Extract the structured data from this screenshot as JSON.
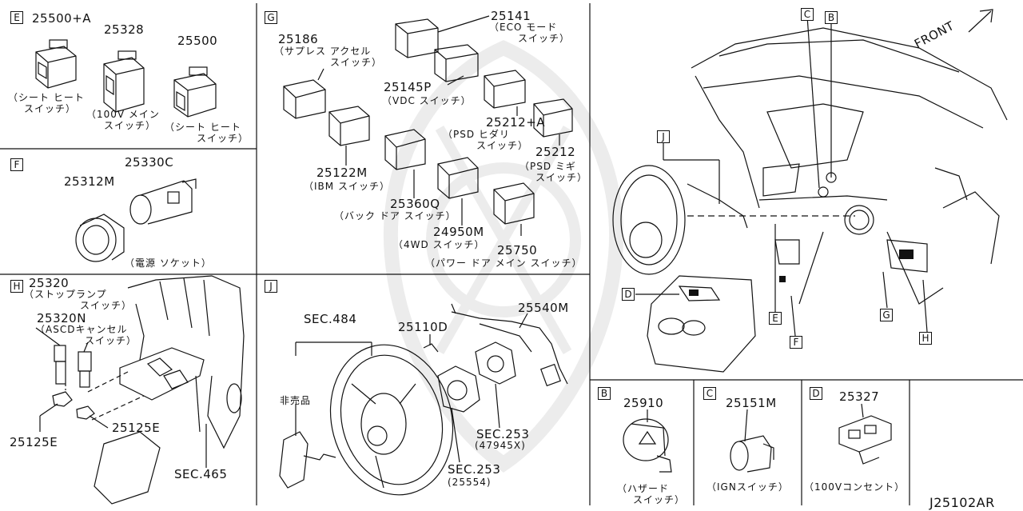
{
  "sections": {
    "E": {
      "letter": "E",
      "parts": [
        {
          "num": "25500+A",
          "desc": [
            "（シート ヒート",
            "スイッチ）"
          ]
        },
        {
          "num": "25328",
          "desc": [
            "（100V メイン",
            "スイッチ）"
          ]
        },
        {
          "num": "25500",
          "desc": [
            "（シート ヒート",
            "スイッチ）"
          ]
        }
      ]
    },
    "F": {
      "letter": "F",
      "parts": [
        {
          "num": "25312M"
        },
        {
          "num": "25330C"
        }
      ],
      "desc": "（電源 ソケット）"
    },
    "G": {
      "letter": "G",
      "parts": [
        {
          "num": "25186",
          "desc": [
            "（サプレス アクセル",
            "スイッチ）"
          ]
        },
        {
          "num": "25141",
          "desc": [
            "（ECO モード",
            "スイッチ）"
          ]
        },
        {
          "num": "25145P",
          "desc": [
            "（VDC スイッチ）"
          ]
        },
        {
          "num": "25212+A",
          "desc": [
            "（PSD ヒダリ",
            "スイッチ）"
          ]
        },
        {
          "num": "25212",
          "desc": [
            "（PSD ミギ",
            "スイッチ）"
          ]
        },
        {
          "num": "25122M",
          "desc": [
            "（IBM スイッチ）"
          ]
        },
        {
          "num": "25360Q",
          "desc": [
            "（バック ドア スイッチ）"
          ]
        },
        {
          "num": "24950M",
          "desc": [
            "（4WD スイッチ）"
          ]
        },
        {
          "num": "25750",
          "desc": [
            "（パワー ドア メイン スイッチ）"
          ]
        }
      ]
    },
    "H": {
      "letter": "H",
      "parts": [
        {
          "num": "25320",
          "desc": [
            "（ストップランプ",
            "スイッチ）"
          ]
        },
        {
          "num": "25320N",
          "desc": [
            "（ASCDキャンセル",
            "スイッチ）"
          ]
        },
        {
          "num": "25125E"
        },
        {
          "num": "25125E"
        },
        {
          "num": "SEC.465"
        }
      ]
    },
    "J": {
      "letter": "J",
      "parts": [
        {
          "num": "SEC.484"
        },
        {
          "num": "25110D"
        },
        {
          "num": "25540M"
        },
        {
          "num": "非売品"
        },
        {
          "num": "SEC.253",
          "desc": [
            "(47945X)"
          ]
        },
        {
          "num": "SEC.253",
          "desc": [
            "(25554)"
          ]
        }
      ]
    },
    "B": {
      "letter": "B",
      "num": "25910",
      "desc": [
        "（ハザード",
        "スイッチ）"
      ]
    },
    "C": {
      "letter": "C",
      "num": "25151M",
      "desc": [
        "（IGNスイッチ）"
      ]
    },
    "D": {
      "letter": "D",
      "num": "25327",
      "desc": [
        "（100Vコンセント）"
      ]
    }
  },
  "overview": {
    "front_label": "FRONT",
    "callouts": [
      "C",
      "B",
      "J",
      "D",
      "E",
      "F",
      "G",
      "H"
    ]
  },
  "diagram_code": "J25102AR"
}
